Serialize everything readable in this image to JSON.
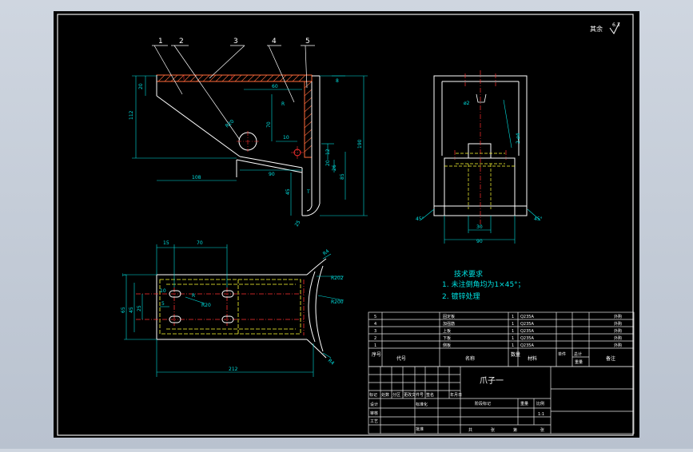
{
  "sheet": {
    "roughness_label": "其余",
    "roughness_value": "6.3"
  },
  "colors": {
    "frame": "#e8e8e8",
    "part": "#ffffff",
    "dim": "#00e0e0",
    "hidden": "#ffff33",
    "center": "#ff3030",
    "hatch": "#ff6a3a",
    "table": "#e8e8e8",
    "background": "#000000"
  },
  "front_view": {
    "part_numbers": [
      "1",
      "2",
      "3",
      "4",
      "5"
    ],
    "dims": {
      "d_top_small": "8",
      "d_left_small": "20",
      "d_height": "112",
      "d_60": "60",
      "d_70": "70",
      "d_10": "10",
      "d_r20": "R20",
      "d_r": "R",
      "d_12": "12",
      "d_20": "20",
      "d_26": "26",
      "d_85": "85",
      "d_90": "90",
      "d_108": "108",
      "d_45": "45",
      "d_t": "T",
      "d_25": "25",
      "d_190": "190"
    }
  },
  "side_view": {
    "dims": {
      "hole": "ø2",
      "dia": "2-ø4",
      "w30": "30",
      "w90": "90",
      "a45l": "45°",
      "a45r": "45°"
    }
  },
  "top_view": {
    "dims": {
      "d15": "15",
      "d70": "70",
      "d_t": "T",
      "d10": "10",
      "d5": "5",
      "d25": "25",
      "d45": "45",
      "d65": "65",
      "d_r": "R",
      "d_r20": "R20",
      "r202": "R202",
      "r200": "R200",
      "r4": "R4",
      "d212": "212"
    }
  },
  "tech": {
    "title": "技术要求",
    "line1": "1. 未注倒角均为1×45°；",
    "line2": "2. 镀锌处理"
  },
  "bom": {
    "rows": [
      {
        "no": "5",
        "name": "固定板",
        "qty": "1",
        "material": "Q235A",
        "note": "外购"
      },
      {
        "no": "4",
        "name": "加强筋",
        "qty": "1",
        "material": "Q235A",
        "note": "外购"
      },
      {
        "no": "3",
        "name": "上板",
        "qty": "1",
        "material": "Q235A",
        "note": "外购"
      },
      {
        "no": "2",
        "name": "下板",
        "qty": "1",
        "material": "Q235A",
        "note": "外购"
      },
      {
        "no": "1",
        "name": "侧板",
        "qty": "1",
        "material": "Q235A",
        "note": "外购"
      }
    ],
    "header": {
      "no": "序号",
      "code": "代号",
      "name": "名称",
      "qty": "数量",
      "material": "材料",
      "unit_weight": "单件",
      "total_weight": "总计",
      "weight": "重量",
      "note": "备注"
    }
  },
  "title_block": {
    "drawing_name": "爪子一",
    "rows_left": [
      "标记",
      "处数",
      "分区",
      "更改文件号",
      "签名",
      "年月日"
    ],
    "design": "设计",
    "standard": "标准化",
    "check": "审核",
    "process": "工艺",
    "approve": "批准",
    "stage": "阶段标记",
    "weight": "重量",
    "scale": "比例",
    "scale_value": "1:1",
    "sheets": "共",
    "sheet_unit": "张",
    "page": "第",
    "page_unit": "张"
  }
}
